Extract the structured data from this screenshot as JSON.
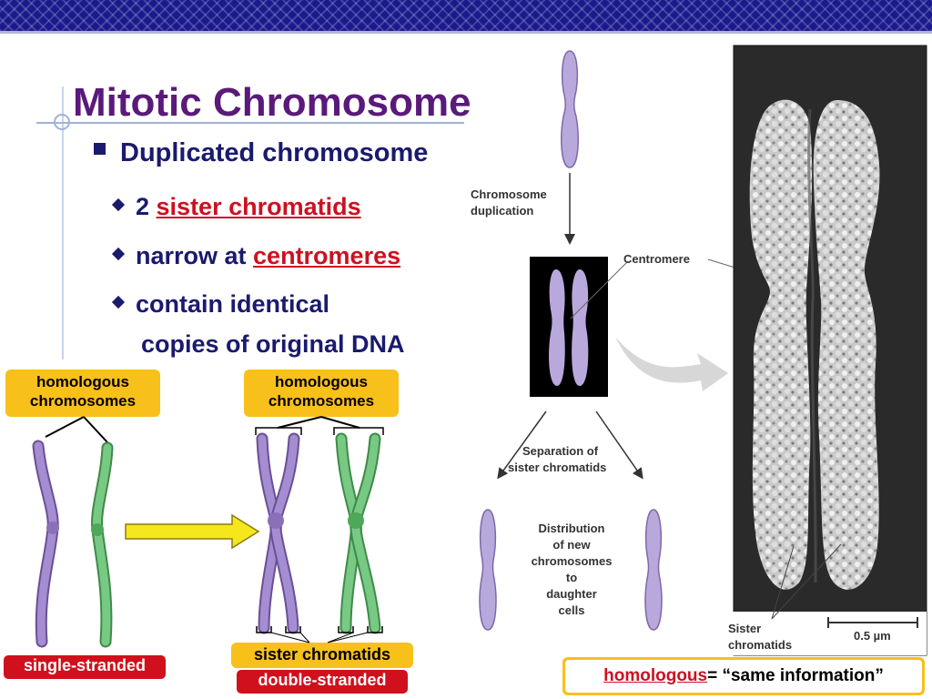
{
  "slide": {
    "title": "Mitotic Chromosome",
    "bullet_main": "Duplicated chromosome",
    "sub_bullets": [
      {
        "prefix": "2 ",
        "highlight": "sister chromatids",
        "suffix": ""
      },
      {
        "prefix": "narrow at ",
        "highlight": "centromeres",
        "suffix": ""
      },
      {
        "prefix": "contain identical",
        "highlight": "",
        "suffix": ""
      },
      {
        "prefix": "copies of original DNA",
        "highlight": "",
        "suffix": ""
      }
    ]
  },
  "left_figure": {
    "label_left_line1": "homologous",
    "label_left_line2": "chromosomes",
    "label_right_line1": "homologous",
    "label_right_line2": "chromosomes",
    "label_single": "single-stranded",
    "label_sister": "sister chromatids",
    "label_double": "double-stranded"
  },
  "right_figure": {
    "dup_line1": "Chromosome",
    "dup_line2": "duplication",
    "centromere": "Centromere",
    "sep_line1": "Separation of",
    "sep_line2": "sister chromatids",
    "dist_line1": "Distribution",
    "dist_line2": "of new",
    "dist_line3": "chromosomes",
    "dist_line4": "to",
    "dist_line5": "daughter",
    "dist_line6": "cells",
    "sister_line1": "Sister",
    "sister_line2": "chromatids",
    "scale": "0.5 µm"
  },
  "note": {
    "highlight": "homologous",
    "rest": " = “same information”"
  },
  "colors": {
    "purple": "#9a80c4",
    "green": "#5fb46a",
    "yellow": "#f8c01a",
    "red": "#d0101c",
    "navy": "#1a1a8c"
  }
}
